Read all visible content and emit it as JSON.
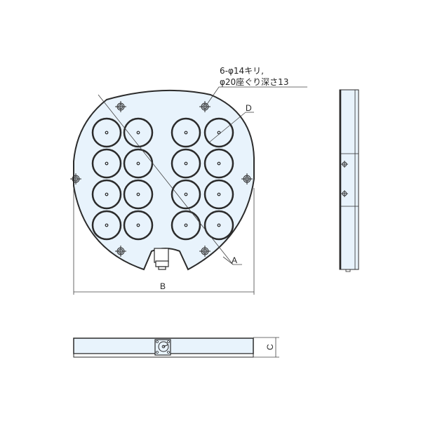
{
  "colors": {
    "fill": "#e8f3fc",
    "stroke": "#2b2b2b",
    "line": "#444444"
  },
  "annotation": {
    "line1": "6-φ14キリ,",
    "line2": "φ20座ぐり深さ13"
  },
  "dimensions": {
    "a": "A",
    "b": "B",
    "c": "C",
    "d": "D"
  },
  "views": {
    "top": "top-view",
    "side": "side-view",
    "front": "front-view"
  },
  "suction_pads": {
    "rows": 4,
    "columns": 4,
    "count": 16
  }
}
